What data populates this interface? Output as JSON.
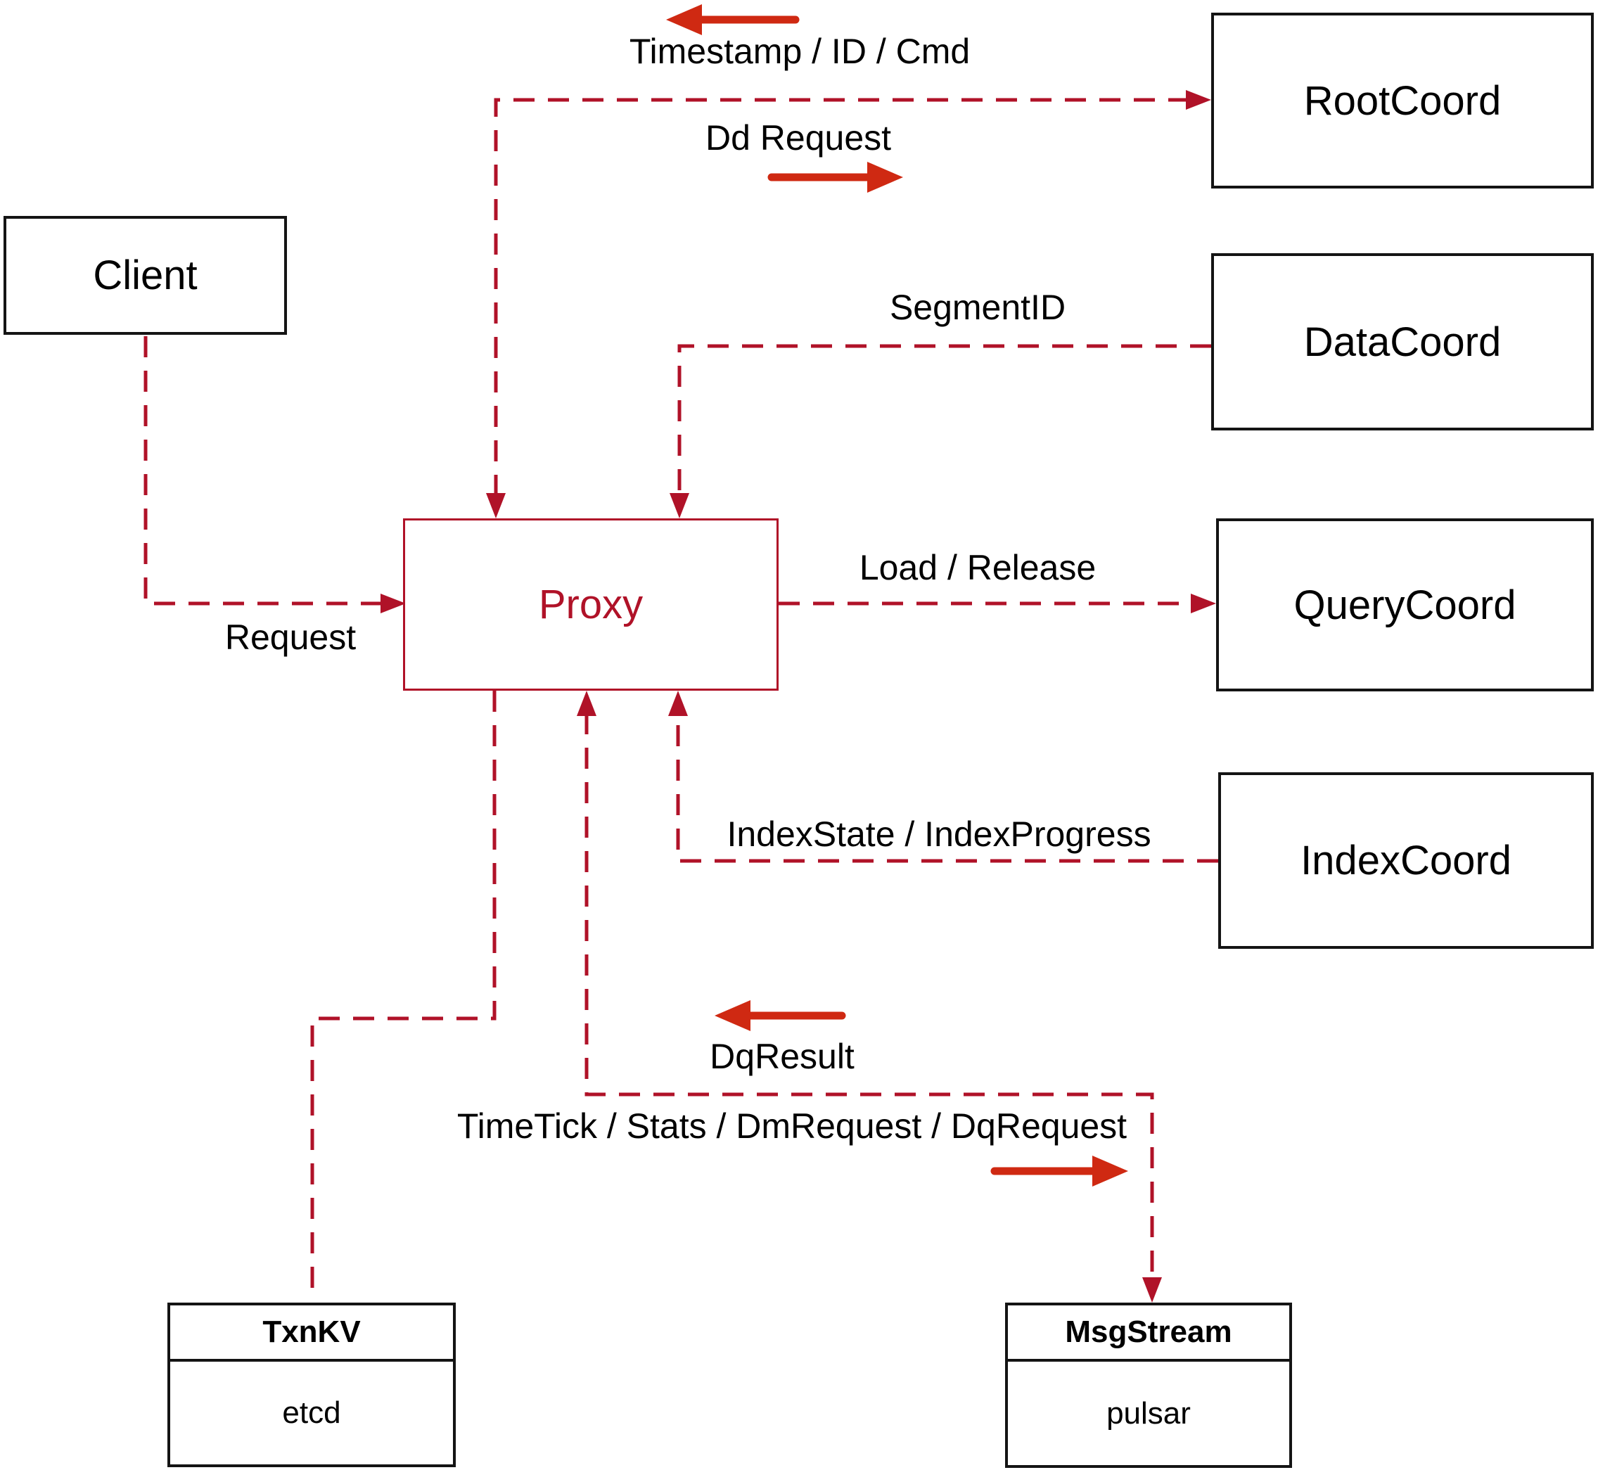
{
  "diagram": {
    "nodes": {
      "client": {
        "label": "Client"
      },
      "proxy": {
        "label": "Proxy"
      },
      "root_coord": {
        "label": "RootCoord"
      },
      "data_coord": {
        "label": "DataCoord"
      },
      "query_coord": {
        "label": "QueryCoord"
      },
      "index_coord": {
        "label": "IndexCoord"
      },
      "txn_kv": {
        "title": "TxnKV",
        "impl": "etcd"
      },
      "msg_stream": {
        "title": "MsgStream",
        "impl": "pulsar"
      }
    },
    "edge_labels": {
      "timestamp": "Timestamp / ID / Cmd",
      "dd_request": "Dd Request",
      "segment_id": "SegmentID",
      "request": "Request",
      "load_release": "Load / Release",
      "index_state": "IndexState / IndexProgress",
      "dq_result": "DqResult",
      "time_tick": "TimeTick / Stats / DmRequest / DqRequest"
    },
    "colors": {
      "edge": "#b01228",
      "arrow": "#cf2912",
      "node_border": "#141414",
      "text": "#000000",
      "proxy_accent": "#b01228",
      "bg": "#ffffff"
    }
  }
}
